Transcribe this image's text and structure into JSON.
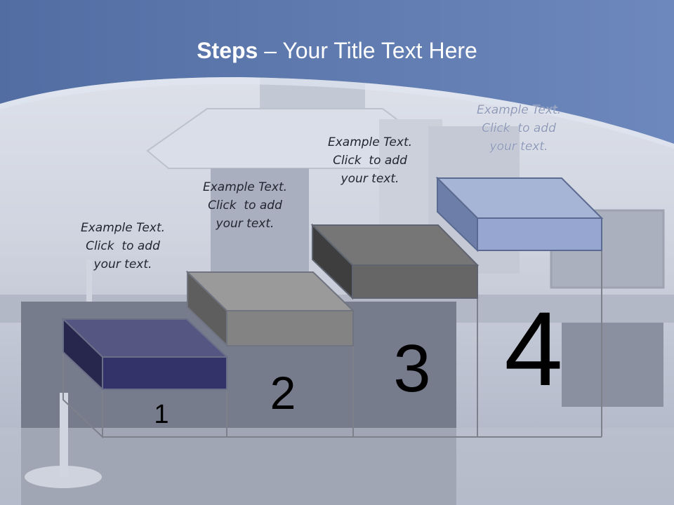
{
  "slide": {
    "title_bold": "Steps",
    "title_rest": " – Your Title Text Here"
  },
  "steps": [
    {
      "number": "1",
      "caption": [
        "Example Text.",
        "Click  to add",
        "your text."
      ],
      "color": "#3a3a6e"
    },
    {
      "number": "2",
      "caption": [
        "Example Text.",
        "Click  to add",
        "your text."
      ],
      "color": "#8a8a8a"
    },
    {
      "number": "3",
      "caption": [
        "Example Text.",
        "Click  to add",
        "your text."
      ],
      "color": "#6a6a6a"
    },
    {
      "number": "4",
      "caption": [
        "Example Text.",
        "Click  to add",
        "your text."
      ],
      "color": "#9aaad0"
    }
  ],
  "colors": {
    "banner": "#5e79ad",
    "banner_dark": "#4a6396",
    "outline": "#7d818c",
    "photo_base": "#c7ccd9"
  }
}
